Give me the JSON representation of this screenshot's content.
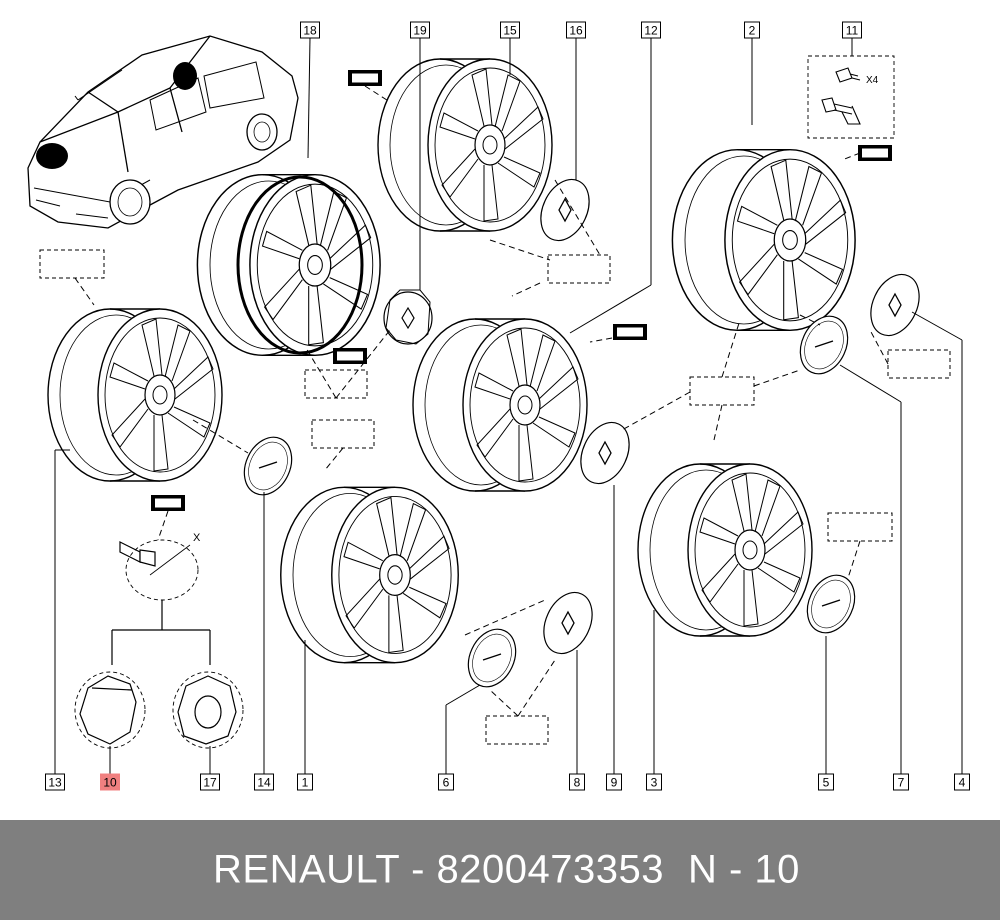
{
  "diagram": {
    "callouts": [
      {
        "label": "18"
      },
      {
        "label": "19"
      },
      {
        "label": "15"
      },
      {
        "label": "16"
      },
      {
        "label": "12"
      },
      {
        "label": "2"
      },
      {
        "label": "11"
      },
      {
        "label": "13"
      },
      {
        "label": "10",
        "highlighted": true
      },
      {
        "label": "17"
      },
      {
        "label": "14"
      },
      {
        "label": "1"
      },
      {
        "label": "6"
      },
      {
        "label": "8"
      },
      {
        "label": "9"
      },
      {
        "label": "3"
      },
      {
        "label": "5"
      },
      {
        "label": "7"
      },
      {
        "label": "4"
      }
    ],
    "annotations": {
      "bolt_qty": "X4",
      "nut_qty": "X"
    },
    "highlight_color": "#f08080",
    "line_color": "#000000"
  },
  "footer": {
    "part_label": "RENAULT - 8200473353",
    "position_label": "N - 10",
    "background": "#7f7f7f"
  }
}
